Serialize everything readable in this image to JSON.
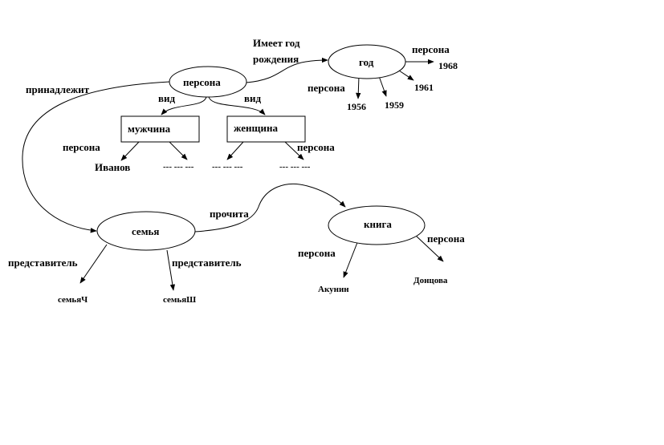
{
  "nodes": {
    "persona": "персона",
    "god": "год",
    "muzhchina": "мужчина",
    "zhenshchina": "женщина",
    "semya": "семья",
    "kniga": "книга"
  },
  "edge_labels": {
    "imeet_god_line1": "Имеет год",
    "imeet_god_line2": "рождения",
    "prinadlezhit": "принадлежит",
    "vid_left": "вид",
    "vid_right": "вид",
    "prochita": "прочита",
    "persona_god_right": "персона",
    "persona_god_left": "персона",
    "persona_muzh": "персона",
    "persona_zhen": "персона",
    "predstavitel_left": "представитель",
    "predstavitel_right": "представитель",
    "persona_kniga_left": "персона",
    "persona_kniga_right": "персона"
  },
  "leaves": {
    "y1968": "1968",
    "y1961": "1961",
    "y1956": "1956",
    "y1959": "1959",
    "ivanov": "Иванов",
    "dots1": "--- --- ---",
    "dots2": "--- --- ---",
    "dots3": "--- --- ---",
    "semyaCh": "семьяЧ",
    "semyaSh": "семьяШ",
    "akunin": "Акунин",
    "dontsova": "Донцова"
  }
}
